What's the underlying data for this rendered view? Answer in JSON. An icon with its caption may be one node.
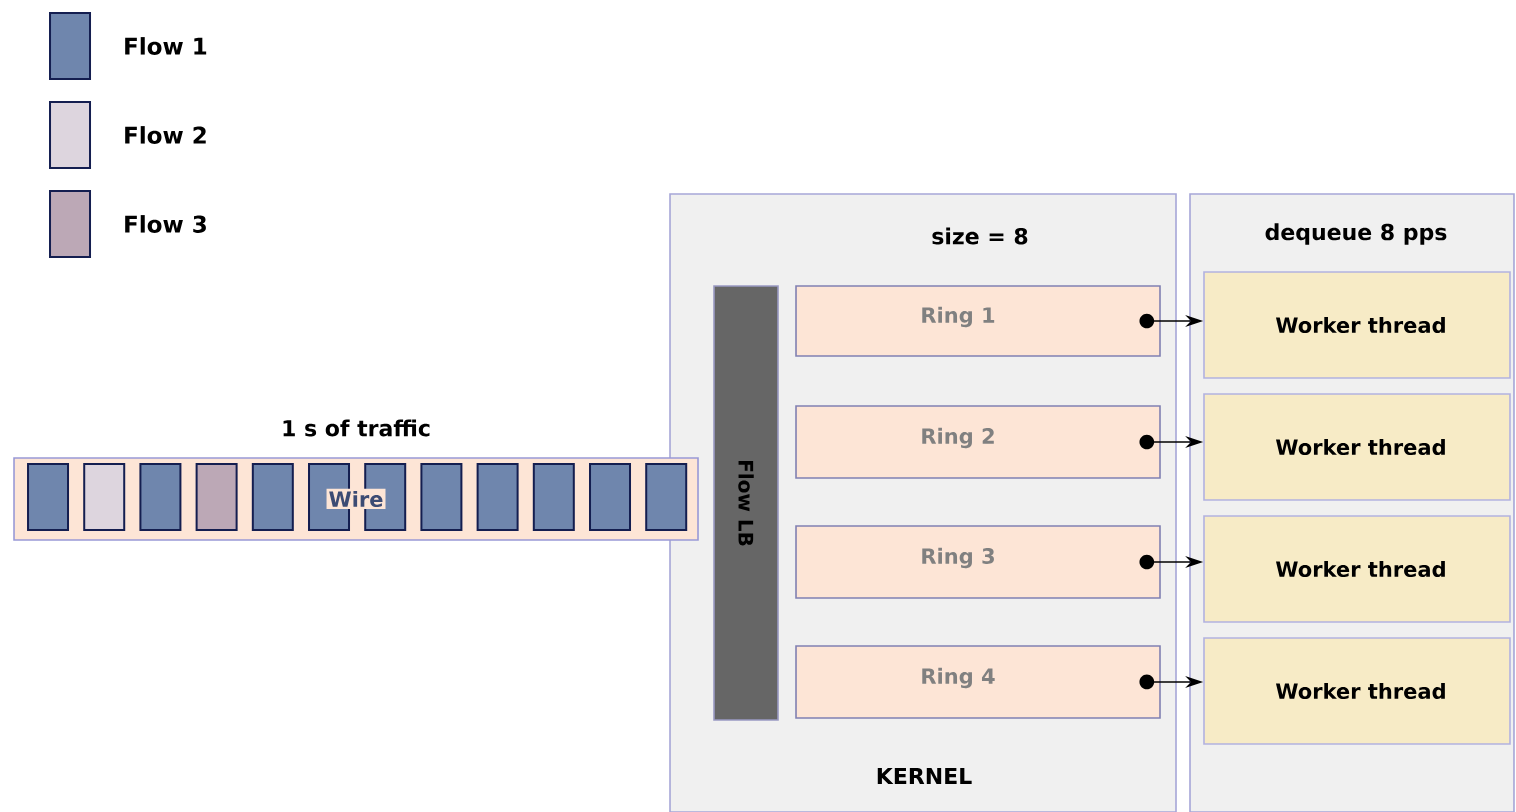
{
  "diagram": {
    "nodes": [
      {
        "text": [
          "size = 8",
          "KERNEL"
        ]
      },
      {
        "text": [
          "Flow LB"
        ],
        "in": 0
      },
      {
        "text": [
          "Ring 1"
        ],
        "in": 0
      },
      {
        "text": [
          "Ring 2"
        ],
        "in": 0
      },
      {
        "text": [
          "Ring 3"
        ],
        "in": 0
      },
      {
        "text": [
          "Ring 4"
        ],
        "in": 0
      },
      {
        "text": [
          "dequeue 8 pps"
        ]
      },
      {
        "text": [
          "Worker thread"
        ],
        "in": 6
      },
      {
        "text": [
          "Worker thread"
        ],
        "in": 6
      },
      {
        "text": [
          "Worker thread"
        ],
        "in": 6
      },
      {
        "text": [
          "Worker thread"
        ],
        "in": 6
      },
      {
        "text": [
          "Wire"
        ],
        "beside": [
          "1 s of traffic"
        ]
      }
    ],
    "edges": [
      {
        "from": 2,
        "to": 7,
        "arrow": "to"
      },
      {
        "from": 3,
        "to": 8,
        "arrow": "to"
      },
      {
        "from": 4,
        "to": 9,
        "arrow": "to"
      },
      {
        "from": 5,
        "to": 10,
        "arrow": "to"
      }
    ],
    "legend": [
      {
        "text": "Flow 1",
        "color": "#6f86ad"
      },
      {
        "text": "Flow 2",
        "color": "#ddd5de"
      },
      {
        "text": "Flow 3",
        "color": "#bca8b6"
      }
    ]
  }
}
